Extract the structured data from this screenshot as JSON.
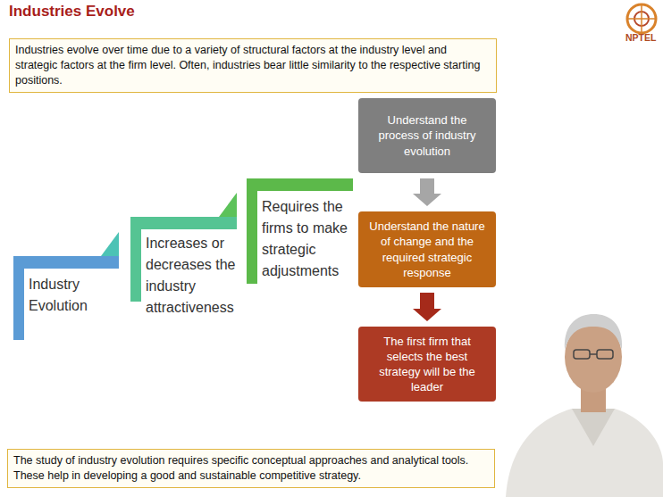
{
  "diagram": {
    "title": "Industries Evolve",
    "nodes": [
      {
        "text": [
          "Industries evolve over time due to a variety of structural factors at the industry level and strategic factors at the firm level. Often, industries bear little similarity to the respective starting positions."
        ]
      },
      {
        "text": [
          "Industry Evolution"
        ]
      },
      {
        "text": [
          "Increases or decreases the industry attractiveness"
        ]
      },
      {
        "text": [
          "Requires the firms to make strategic adjustments"
        ]
      },
      {
        "text": [
          "Understand the process of industry evolution"
        ]
      },
      {
        "text": [
          "Understand the nature of change and the required strategic response"
        ]
      },
      {
        "text": [
          "The first firm that selects the best strategy will be the leader"
        ]
      },
      {
        "text": [
          "The study of industry evolution requires specific conceptual approaches and analytical tools. These help in developing a good and sustainable competitive strategy."
        ]
      }
    ],
    "edges": [
      {
        "from": 4,
        "to": 5,
        "arrow": "to"
      },
      {
        "from": 5,
        "to": 6,
        "arrow": "to"
      }
    ],
    "labels": [
      "NPTEL"
    ]
  }
}
